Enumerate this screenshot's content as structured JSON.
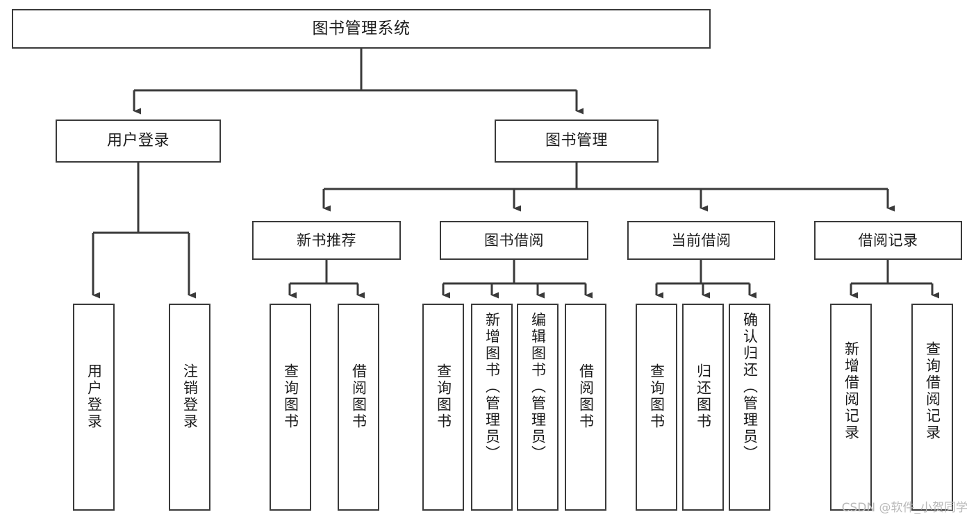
{
  "diagram": {
    "title": "图书管理系统",
    "type": "tree-hierarchy",
    "stroke_color": "#3a3a3a",
    "text_color": "#1b1b1b",
    "background": "#ffffff"
  },
  "nodes": {
    "root": {
      "label": "图书管理系统"
    },
    "level2": [
      {
        "label": "用户登录"
      },
      {
        "label": "图书管理"
      }
    ],
    "level3": [
      {
        "label": "新书推荐"
      },
      {
        "label": "图书借阅"
      },
      {
        "label": "当前借阅"
      },
      {
        "label": "借阅记录"
      }
    ],
    "leaves": {
      "user_login": [
        {
          "label": "用户登录"
        },
        {
          "label": "注销登录"
        }
      ],
      "new_book": [
        {
          "label": "查询图书"
        },
        {
          "label": "借阅图书"
        }
      ],
      "book_borrow": [
        {
          "label": "查询图书"
        },
        {
          "label": "新增图书（管理员）"
        },
        {
          "label": "编辑图书（管理员）"
        },
        {
          "label": "借阅图书"
        }
      ],
      "current_borrow": [
        {
          "label": "查询图书"
        },
        {
          "label": "归还图书"
        },
        {
          "label": "确认归还（管理员）"
        }
      ],
      "borrow_record": [
        {
          "label": "新增借阅记录"
        },
        {
          "label": "查询借阅记录"
        }
      ]
    }
  },
  "watermark": {
    "text": "CSDN @软件_小贺同学"
  }
}
